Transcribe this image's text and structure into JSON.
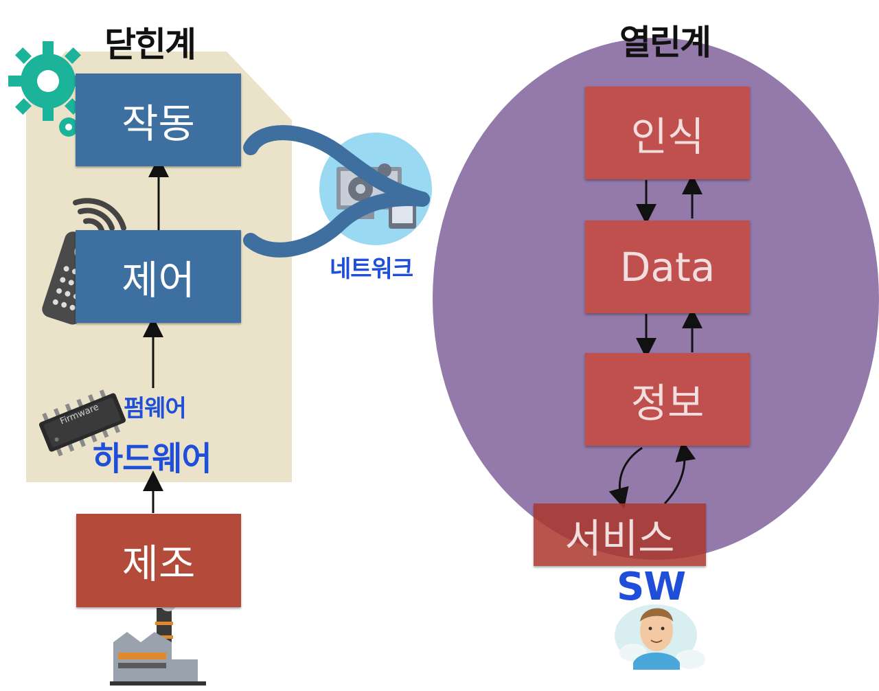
{
  "closed_system": {
    "title": "닫힌계",
    "boxes": {
      "actuation": "작동",
      "control": "제어",
      "manufacturing": "제조"
    },
    "firmware_label": "펌웨어",
    "hardware_label": "하드웨어",
    "chip_text": "Firmware"
  },
  "network": {
    "label": "네트워크"
  },
  "open_system": {
    "title": "열린계",
    "boxes": {
      "recognition": "인식",
      "data": "Data",
      "information": "정보",
      "service": "서비스"
    },
    "sw_label": "SW"
  },
  "colors": {
    "closed_bg": "#ebe3c9",
    "blue_box": "#3d6fa0",
    "red_box": "#c0504d",
    "dark_red_box": "#b34a3a",
    "open_ellipse": "#8e73a6",
    "gear": "#1bb39a",
    "label_blue": "#1f4fd8",
    "network_circle": "#9ad9f2"
  }
}
